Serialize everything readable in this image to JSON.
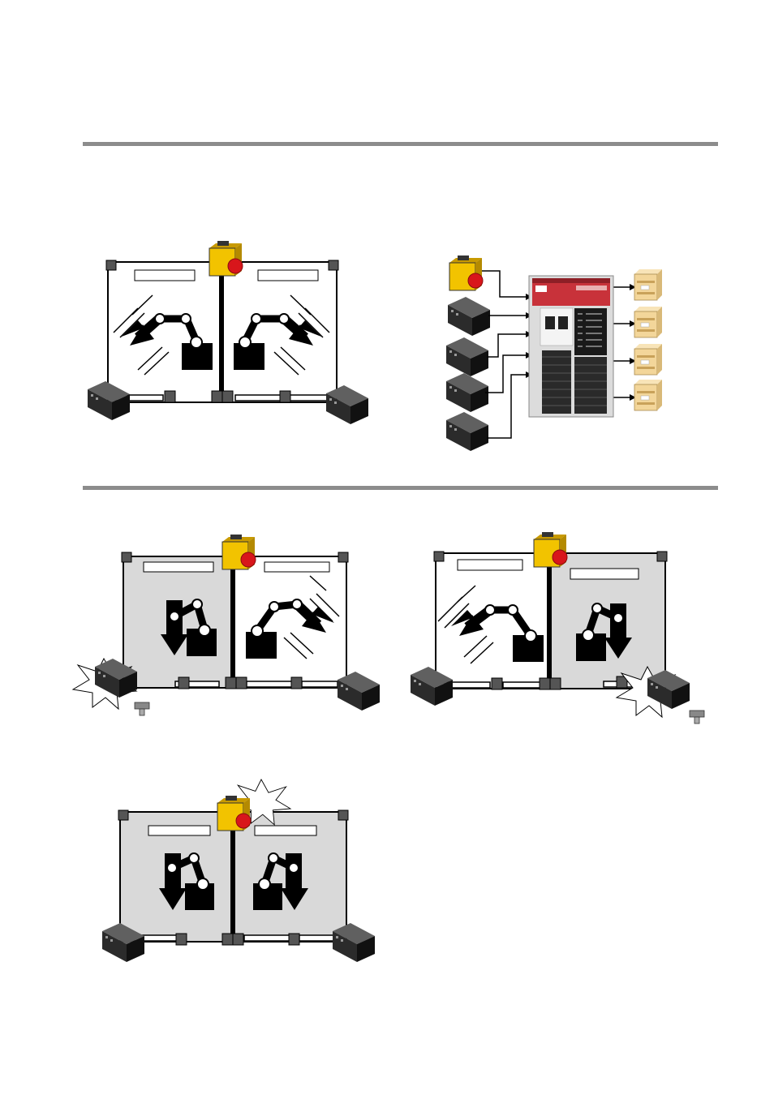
{
  "page": {
    "background": "#ffffff",
    "rule_color": "#8c8c8c",
    "guard_off_fill": "#d9d9d9",
    "relay_fill": "#f3d69a",
    "controller_red": "#c8323a",
    "button_yellow": "#f2c300",
    "button_red": "#d8161b"
  },
  "figures": {
    "overview_cell": {
      "left_cell": "active",
      "right_cell": "active"
    },
    "controller_wiring": {
      "inputs": [
        "emergency-stop-pushbutton",
        "door-switch-1",
        "door-switch-2",
        "door-switch-3",
        "door-switch-4"
      ],
      "outputs": [
        "contactor-1",
        "contactor-2",
        "contactor-3",
        "contactor-4"
      ]
    },
    "scenario_left_door_open": {
      "left_cell": "stopped",
      "right_cell": "active"
    },
    "scenario_right_door_open": {
      "left_cell": "active",
      "right_cell": "stopped"
    },
    "scenario_emergency_stop": {
      "left_cell": "stopped",
      "right_cell": "stopped"
    }
  }
}
